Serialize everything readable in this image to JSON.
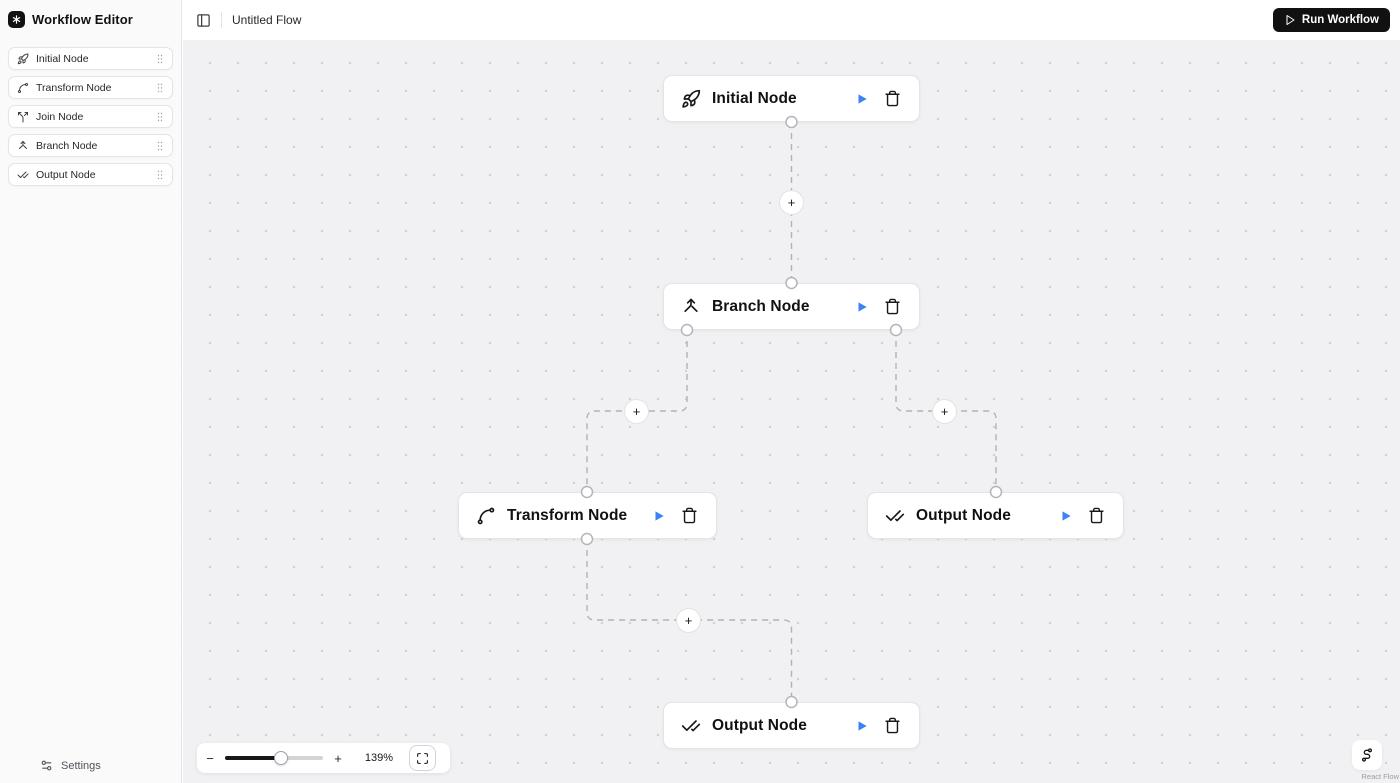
{
  "app": {
    "title": "Workflow Editor"
  },
  "topbar": {
    "flow_title": "Untitled Flow",
    "run_button_label": "Run Workflow"
  },
  "sidebar": {
    "items": [
      {
        "label": "Initial Node",
        "icon": "rocket-icon"
      },
      {
        "label": "Transform Node",
        "icon": "spline-icon"
      },
      {
        "label": "Join Node",
        "icon": "split-icon"
      },
      {
        "label": "Branch Node",
        "icon": "merge-icon"
      },
      {
        "label": "Output Node",
        "icon": "check-check-icon"
      }
    ],
    "settings_label": "Settings"
  },
  "canvas": {
    "nodes": [
      {
        "title": "Initial Node",
        "icon": "rocket-icon"
      },
      {
        "title": "Branch Node",
        "icon": "merge-icon"
      },
      {
        "title": "Transform Node",
        "icon": "spline-icon"
      },
      {
        "title": "Output Node",
        "icon": "check-check-icon"
      },
      {
        "title": "Output Node",
        "icon": "check-check-icon"
      }
    ],
    "add_edge_button": "+"
  },
  "controls": {
    "zoom_out": "−",
    "zoom_in": "+",
    "zoom_level": "139%"
  },
  "attribution": {
    "label": "React Flow"
  },
  "colors": {
    "accent_blue": "#3b82f6",
    "run_button_bg": "#111111",
    "edge": "#b1b1b7",
    "canvas_bg": "#f1f1f3"
  }
}
